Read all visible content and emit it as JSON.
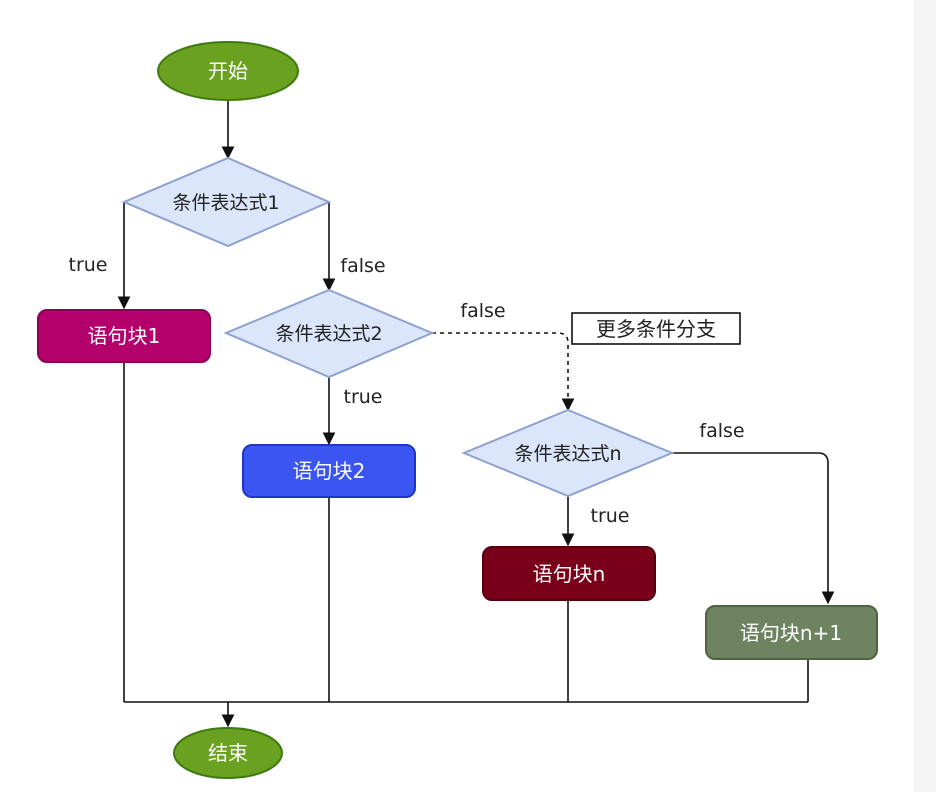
{
  "nodes": {
    "start": {
      "label": "开始"
    },
    "cond1": {
      "label": "条件表达式1"
    },
    "cond2": {
      "label": "条件表达式2"
    },
    "condn": {
      "label": "条件表达式n"
    },
    "block1": {
      "label": "语句块1"
    },
    "block2": {
      "label": "语句块2"
    },
    "blockn": {
      "label": "语句块n"
    },
    "blockn1": {
      "label": "语句块n+1"
    },
    "end": {
      "label": "结束"
    }
  },
  "edge_labels": {
    "cond1_true": "true",
    "cond1_false": "false",
    "cond2_true": "true",
    "cond2_false": "false",
    "condn_true": "true",
    "condn_false": "false"
  },
  "note": {
    "label": "更多条件分支"
  },
  "colors": {
    "terminal_fill": "#6aa121",
    "terminal_stroke": "#3d7a10",
    "diamond_fill": "#dce6fb",
    "diamond_stroke": "#8da2cf",
    "block1_fill": "#b3006b",
    "block2_fill": "#3a55f2",
    "blockn_fill": "#7a0019",
    "blockn1_fill": "#6e8360",
    "line": "#111111"
  }
}
